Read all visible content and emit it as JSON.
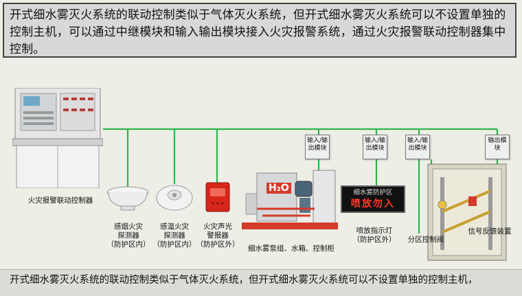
{
  "header": {
    "text": "开式细水雾灭火系统的联动控制类似于气体灭火系统，但开式细水雾灭火系统可以不设置单独的控制主机，可以通过中继模块和输入输出模块接入火灾报警系统，通过火灾报警联动控制器集中控制。"
  },
  "modules": [
    {
      "label": "输入/输出模块"
    },
    {
      "label": "输入/输出模块"
    },
    {
      "label": "输入/输出模块"
    },
    {
      "label": "输出模块"
    }
  ],
  "devices": {
    "controller": "火灾报警联动控制器",
    "smoke": "感烟火灾\n探测器\n（防护区内）",
    "heat": "感温火灾\n探测器\n（防护区内）",
    "alarm": "火灾声光\n警报器\n（防护区外）",
    "pump": "细水雾泵组、水箱、控制柜",
    "pump_h2o": "H₂O",
    "sign_top": "细水雾防护区",
    "sign_bottom": "喷放勿入",
    "indicator": "喷放指示灯\n（防护区外）",
    "valve": "分区控制阀",
    "feedback": "信号反馈装置"
  },
  "footer": {
    "text": "开式细水雾灭火系统的联动控制类似于气体灭火系统，但开式细水雾灭火系统可以不设置单独的控制主机，"
  },
  "colors": {
    "wire": "#2fb54a",
    "sign_text": "#ff3a2a",
    "alarm_red": "#d8261c",
    "pipe_red": "#d43a2a"
  }
}
